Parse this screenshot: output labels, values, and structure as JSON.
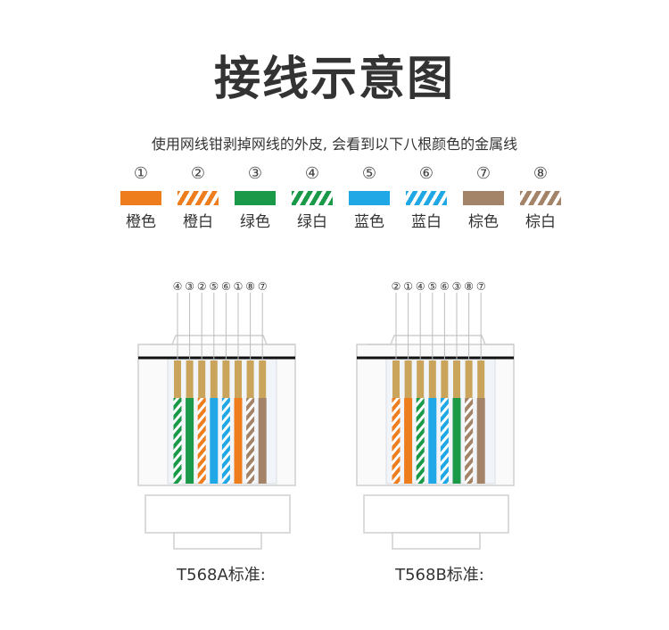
{
  "title": "接线示意图",
  "subtitle": "使用网线钳剥掉网线的外皮, 会看到以下八根颜色的金属线",
  "colors": {
    "orange": "#ee7d1e",
    "green": "#1a9a48",
    "blue": "#1fa7e6",
    "brown": "#a48468",
    "gold": "#c9a45a",
    "white": "#ffffff"
  },
  "wires": [
    {
      "num": "①",
      "name": "橙色",
      "color": "orange",
      "striped": false
    },
    {
      "num": "②",
      "name": "橙白",
      "color": "orange",
      "striped": true
    },
    {
      "num": "③",
      "name": "绿色",
      "color": "green",
      "striped": false
    },
    {
      "num": "④",
      "name": "绿白",
      "color": "green",
      "striped": true
    },
    {
      "num": "⑤",
      "name": "蓝色",
      "color": "blue",
      "striped": false
    },
    {
      "num": "⑥",
      "name": "蓝白",
      "color": "blue",
      "striped": true
    },
    {
      "num": "⑦",
      "name": "棕色",
      "color": "brown",
      "striped": false
    },
    {
      "num": "⑧",
      "name": "棕白",
      "color": "brown",
      "striped": true
    }
  ],
  "connectors": [
    {
      "caption": "T568A标准:",
      "order": [
        "④",
        "③",
        "②",
        "⑤",
        "⑥",
        "①",
        "⑧",
        "⑦"
      ]
    },
    {
      "caption": "T568B标准:",
      "order": [
        "②",
        "①",
        "④",
        "⑤",
        "⑥",
        "③",
        "⑧",
        "⑦"
      ]
    }
  ]
}
